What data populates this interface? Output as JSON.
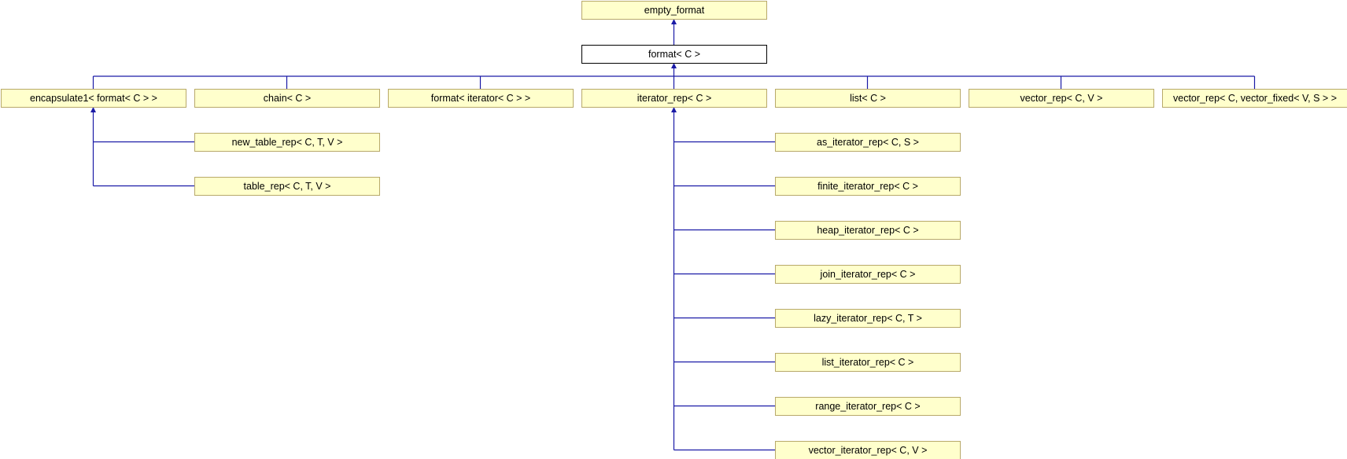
{
  "diagram": {
    "type": "class-inheritance",
    "nodes": [
      {
        "id": "empty_format",
        "label": "empty_format"
      },
      {
        "id": "format",
        "label": "format< C >",
        "current": true
      },
      {
        "id": "encapsulate1",
        "label": "encapsulate1< format< C > >"
      },
      {
        "id": "chain",
        "label": "chain< C >"
      },
      {
        "id": "format_iterator",
        "label": "format< iterator< C > >"
      },
      {
        "id": "iterator_rep",
        "label": "iterator_rep< C >"
      },
      {
        "id": "list",
        "label": "list< C >"
      },
      {
        "id": "vector_rep",
        "label": "vector_rep< C, V >"
      },
      {
        "id": "vector_rep_fixed",
        "label": "vector_rep< C, vector_fixed< V, S > >"
      },
      {
        "id": "new_table_rep",
        "label": "new_table_rep< C, T, V >"
      },
      {
        "id": "table_rep",
        "label": "table_rep< C, T, V >"
      },
      {
        "id": "as_iterator_rep",
        "label": "as_iterator_rep< C, S >"
      },
      {
        "id": "finite_iterator_rep",
        "label": "finite_iterator_rep< C >"
      },
      {
        "id": "heap_iterator_rep",
        "label": "heap_iterator_rep< C >"
      },
      {
        "id": "join_iterator_rep",
        "label": "join_iterator_rep< C >"
      },
      {
        "id": "lazy_iterator_rep",
        "label": "lazy_iterator_rep< C, T >"
      },
      {
        "id": "list_iterator_rep",
        "label": "list_iterator_rep< C >"
      },
      {
        "id": "range_iterator_rep",
        "label": "range_iterator_rep< C >"
      },
      {
        "id": "vector_iterator_rep",
        "label": "vector_iterator_rep< C, V >"
      }
    ],
    "edges": [
      {
        "from": "format",
        "to": "empty_format"
      },
      {
        "from": "encapsulate1",
        "to": "format"
      },
      {
        "from": "chain",
        "to": "format"
      },
      {
        "from": "format_iterator",
        "to": "format"
      },
      {
        "from": "iterator_rep",
        "to": "format"
      },
      {
        "from": "list",
        "to": "format"
      },
      {
        "from": "vector_rep",
        "to": "format"
      },
      {
        "from": "vector_rep_fixed",
        "to": "format"
      },
      {
        "from": "new_table_rep",
        "to": "encapsulate1"
      },
      {
        "from": "table_rep",
        "to": "encapsulate1"
      },
      {
        "from": "as_iterator_rep",
        "to": "iterator_rep"
      },
      {
        "from": "finite_iterator_rep",
        "to": "iterator_rep"
      },
      {
        "from": "heap_iterator_rep",
        "to": "iterator_rep"
      },
      {
        "from": "join_iterator_rep",
        "to": "iterator_rep"
      },
      {
        "from": "lazy_iterator_rep",
        "to": "iterator_rep"
      },
      {
        "from": "list_iterator_rep",
        "to": "iterator_rep"
      },
      {
        "from": "range_iterator_rep",
        "to": "iterator_rep"
      },
      {
        "from": "vector_iterator_rep",
        "to": "iterator_rep"
      }
    ]
  }
}
